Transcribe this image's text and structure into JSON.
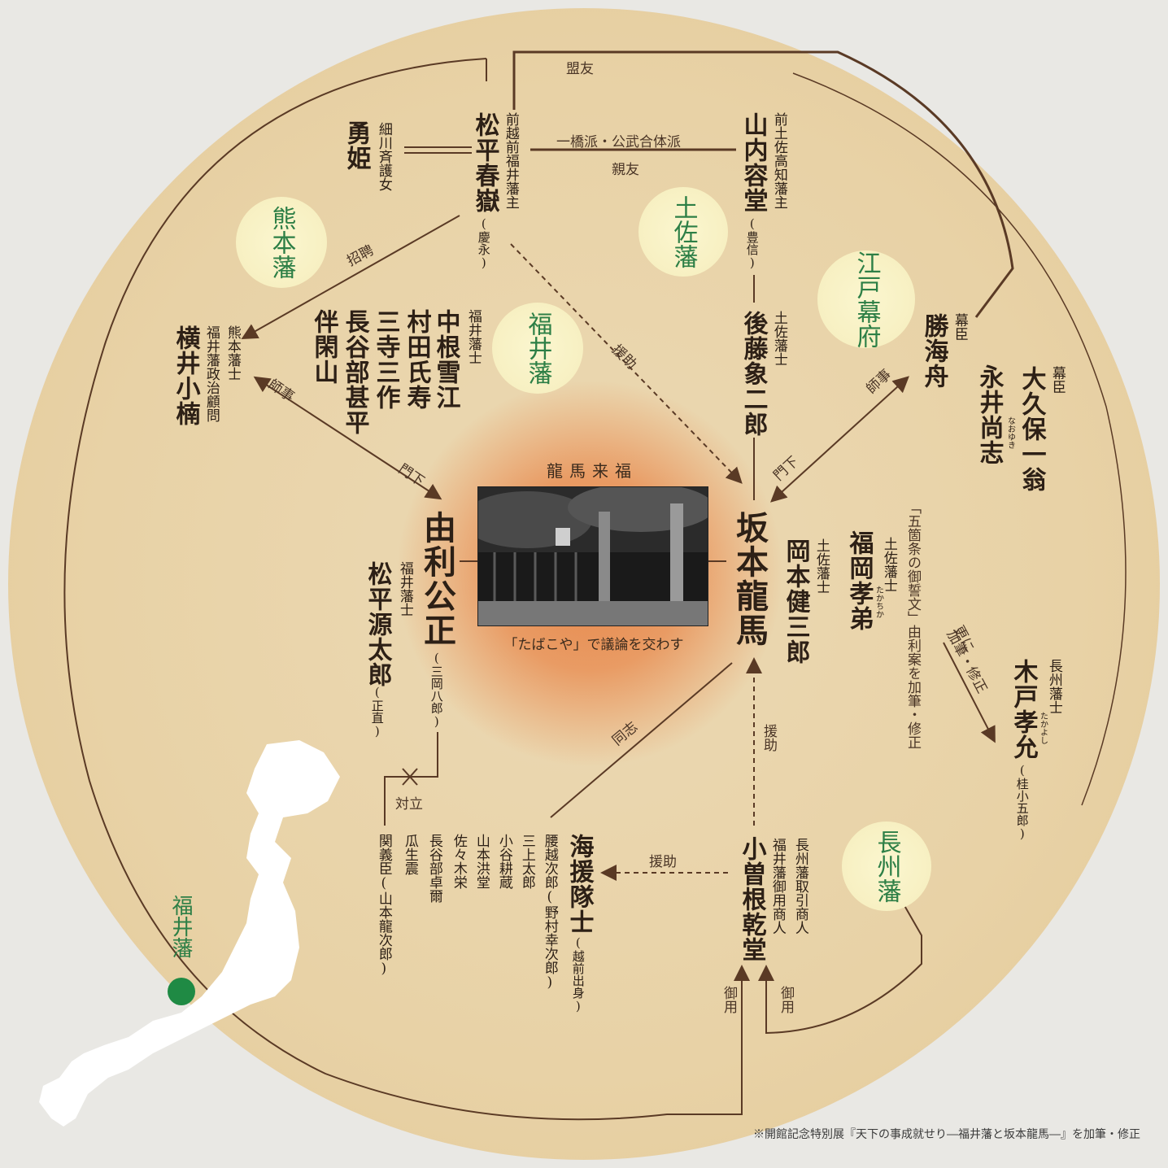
{
  "photo": {
    "title": "龍馬来福",
    "caption": "「たばこや」で議論を交わす"
  },
  "domains": {
    "kumamoto": "熊本藩",
    "tosa": "土佐藩",
    "edo": "江戸幕府",
    "fukui": "福井藩",
    "choshu": "長州藩"
  },
  "people": {
    "shungaku": {
      "title": "前越前福井藩主",
      "name": "松平春嶽",
      "alias": "(慶永)"
    },
    "yuki": {
      "name": "勇姫",
      "note": "細川斉護女"
    },
    "yodo": {
      "title": "前土佐高知藩主",
      "name": "山内容堂",
      "alias": "(豊信)"
    },
    "goto": {
      "title": "土佐藩士",
      "name": "後藤象二郎"
    },
    "katsu": {
      "title": "幕臣",
      "name": "勝海舟"
    },
    "nagai": {
      "name": "永井尚志",
      "reading": "なおゆき"
    },
    "okubo": {
      "title": "幕臣",
      "name": "大久保一翁"
    },
    "yokoi": {
      "title": "熊本藩士",
      "subtitle": "福井藩政治顧問",
      "name": "横井小楠"
    },
    "fukuihanshi": {
      "title": "福井藩士",
      "names": [
        "中根雪江",
        "村田氏寿",
        "三寺三作",
        "長谷部甚平",
        "伴閑山"
      ]
    },
    "ryoma": {
      "name": "坂本龍馬"
    },
    "yuri": {
      "name": "由利公正",
      "alias": "(三岡八郎)"
    },
    "genta": {
      "title": "福井藩士",
      "name": "松平源太郎",
      "alias": "(正直)"
    },
    "okamoto": {
      "title": "土佐藩士",
      "name": "岡本健三郎"
    },
    "fukuoka": {
      "title": "土佐藩士",
      "name": "福岡孝弟",
      "reading": "たかちか"
    },
    "kido": {
      "title": "長州藩士",
      "name": "木戸孝允",
      "reading": "たかよし",
      "alias": "(桂小五郎)"
    },
    "kosone": {
      "name": "小曽根乾堂",
      "note1": "長州藩取引商人",
      "note2": "福井藩御用商人"
    },
    "kaientai": {
      "name": "海援隊士",
      "alias": "(越前出身)"
    },
    "kaientai_members": [
      "腰越次郎(野村幸次郎)",
      "三上太郎",
      "小谷耕蔵",
      "山本洪堂",
      "佐々木栄",
      "長谷部卓爾",
      "瓜生震",
      "関義臣(山本龍次郎)"
    ]
  },
  "relations": {
    "meiyu": "盟友",
    "hitotsubashi": "一橋派・公武合体派",
    "shinyu": "親友",
    "shohei": "招聘",
    "enjo1": "援助",
    "shiji1": "師事",
    "shiji2": "師事",
    "monka1": "門下",
    "monka2": "門下",
    "doshi": "同志",
    "enjo2": "援助",
    "enjo3": "援助",
    "tairitsu": "対立",
    "goyo1": "御用",
    "goyo2": "御用",
    "gokajo": "「五箇条の御誓文」由利案を加筆・修正",
    "sarani1": "更に",
    "sarani2": "加筆・修正"
  },
  "map_label": "福井藩",
  "credit": "※開館記念特別展『天下の事成就せり―福井藩と坂本龍馬―』を加筆・修正",
  "colors": {
    "accent_green": "#2d7f46",
    "line": "#5a3a25",
    "disc": "#e8d2a6",
    "glow": "#e8874a"
  }
}
